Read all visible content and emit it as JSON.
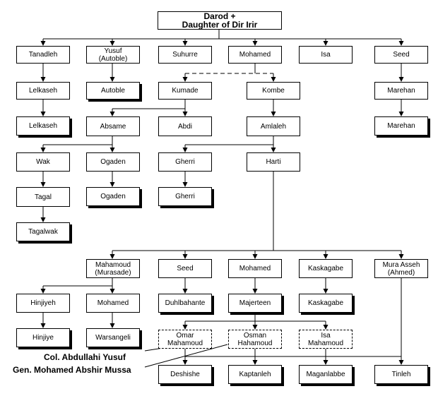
{
  "root": {
    "line1": "Darod +",
    "line2": "Daughter of Dir Irir"
  },
  "nodes": {
    "tanadleh": "Tanadleh",
    "yusuf": "Yusuf",
    "yusuf_sub": "(Autoble)",
    "suhurre": "Suhurre",
    "mohamed": "Mohamed",
    "isa": "Isa",
    "seed": "Seed",
    "lelkaseh": "Lelkaseh",
    "autoble": "Autoble",
    "kumade": "Kumade",
    "kombe": "Kombe",
    "marehan": "Marehan",
    "lelkaseh2": "Lelkaseh",
    "absame": "Absame",
    "abdi": "Abdi",
    "amlaleh": "Amlaleh",
    "marehan2": "Marehan",
    "wak": "Wak",
    "ogaden": "Ogaden",
    "gherri": "Gherri",
    "harti": "Harti",
    "tagal": "Tagal",
    "ogaden2": "Ogaden",
    "gherri2": "Gherri",
    "tagalwak": "Tagalwak",
    "mahamoud": "Mahamoud",
    "mahamoud_sub": "(Murasade)",
    "seed2": "Seed",
    "mohamed2": "Mohamed",
    "kaskagabe": "Kaskagabe",
    "mura_asseh": "Mura Asseh",
    "mura_asseh_sub": "(Ahmed)",
    "hinjiyeh": "Hinjiyeh",
    "mohamed3": "Mohamed",
    "duhlbahante": "Duhlbahante",
    "majerteen": "Majerteen",
    "kaskagabe2": "Kaskagabe",
    "hinjiye": "Hinjiye",
    "warsangeli": "Warsangeli",
    "omar": "Omar",
    "omar_sub": "Mahamoud",
    "osman": "Osman",
    "osman_sub": "Hahamoud",
    "isa2": "Isa",
    "isa2_sub": "Mahamoud",
    "deshishe": "Deshishe",
    "kaptanleh": "Kaptanleh",
    "maganlabbe": "Maganlabbe",
    "tinleh": "Tinleh"
  },
  "callouts": {
    "abdullahi": "Col. Abdullahi Yusuf",
    "abshir": "Gen. Mohamed Abshir Mussa"
  }
}
